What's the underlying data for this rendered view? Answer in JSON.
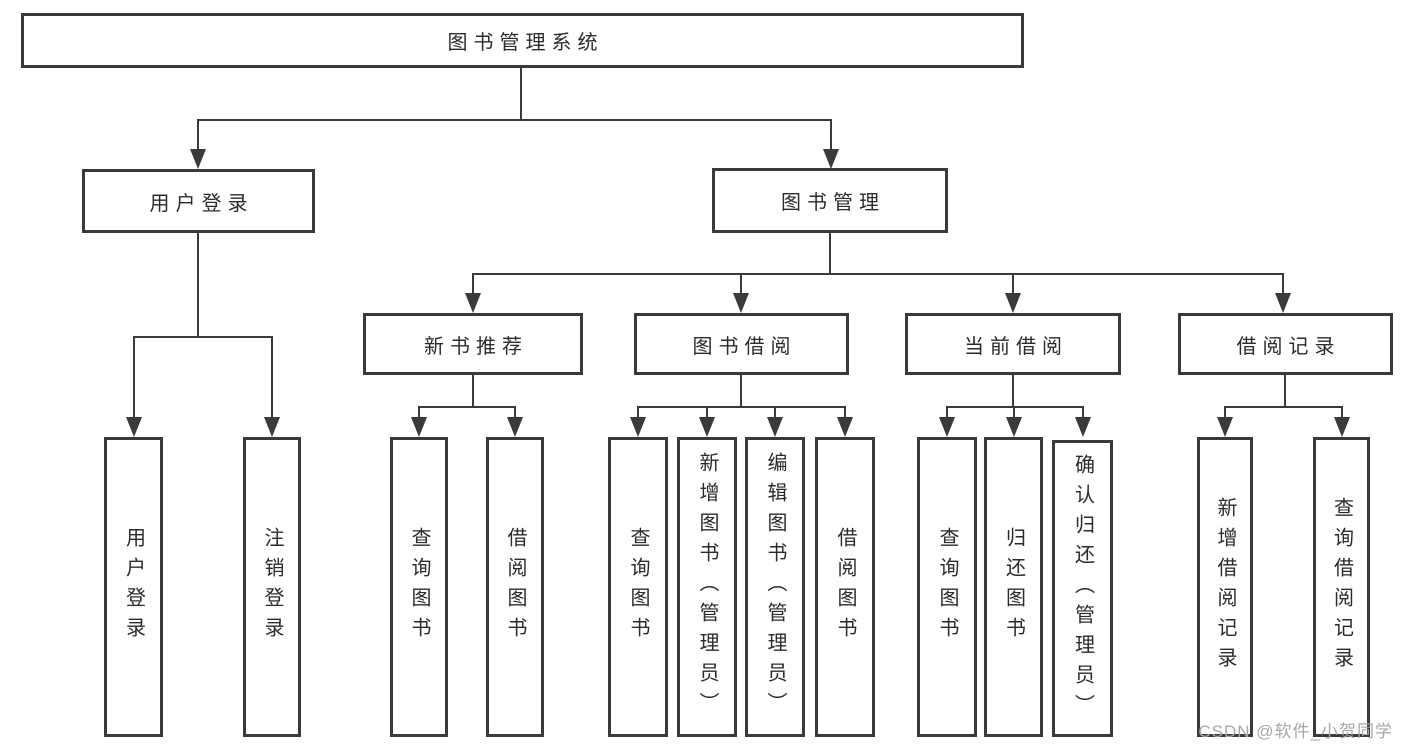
{
  "diagram_type": "hierarchy-tree",
  "accent_colors": {
    "line": "#3a3a3a",
    "box_border": "#3a3a3a",
    "text": "#2b2b2b",
    "watermark_gray": "#a8a8a8",
    "background": "#ffffff"
  },
  "nodes": {
    "root": "图书管理系统",
    "user_login": "用户登录",
    "book_management": "图书管理",
    "new_book_recommend": "新书推荐",
    "book_borrowing": "图书借阅",
    "current_borrowing": "当前借阅",
    "borrowing_records": "借阅记录",
    "leaf_user_login": "用户登录",
    "leaf_logout": "注销登录",
    "leaf_recommend_query_books": "查询图书",
    "leaf_recommend_borrow_books": "借阅图书",
    "leaf_borrowing_query_books": "查询图书",
    "leaf_borrowing_add_books": "新增图书（管理员）",
    "leaf_borrowing_edit_books": "编辑图书（管理员）",
    "leaf_borrowing_borrow_books": "借阅图书",
    "leaf_current_query_books": "查询图书",
    "leaf_current_return_books": "归还图书",
    "leaf_current_confirm_return": "确认归还（管理员）",
    "leaf_records_add_record": "新增借阅记录",
    "leaf_records_query_record": "查询借阅记录"
  },
  "watermark": "CSDN @软件_小贺同学"
}
